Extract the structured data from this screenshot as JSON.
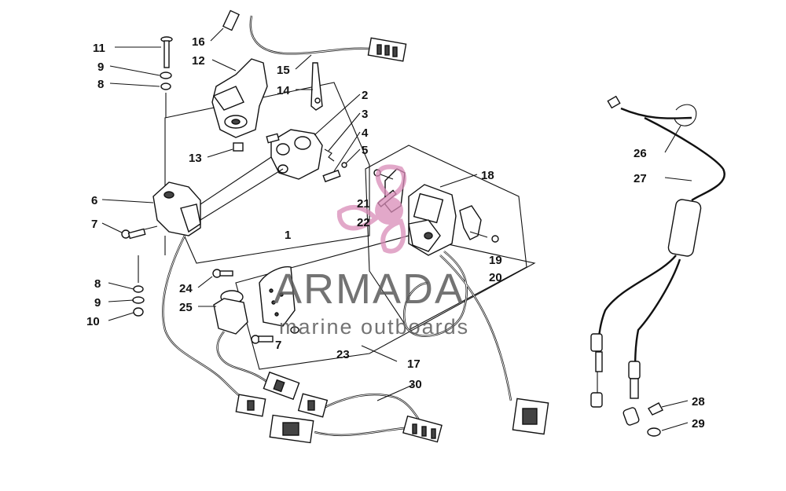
{
  "callouts": {
    "n1": "1",
    "n2": "2",
    "n3": "3",
    "n4": "4",
    "n5": "5",
    "n6": "6",
    "n7a": "7",
    "n7b": "7",
    "n8a": "8",
    "n8b": "8",
    "n9a": "9",
    "n9b": "9",
    "n10": "10",
    "n11": "11",
    "n12": "12",
    "n13": "13",
    "n14": "14",
    "n15": "15",
    "n16": "16",
    "n17": "17",
    "n18": "18",
    "n19": "19",
    "n20": "20",
    "n21": "21",
    "n22": "22",
    "n23": "23",
    "n24": "24",
    "n25": "25",
    "n26": "26",
    "n27": "27",
    "n28": "28",
    "n29": "29",
    "n30": "30"
  },
  "watermark": {
    "brand": "ARMADA",
    "tagline": "marine outboards",
    "logo_color": "#d98cb8",
    "text_color": "#5b5b5b"
  }
}
